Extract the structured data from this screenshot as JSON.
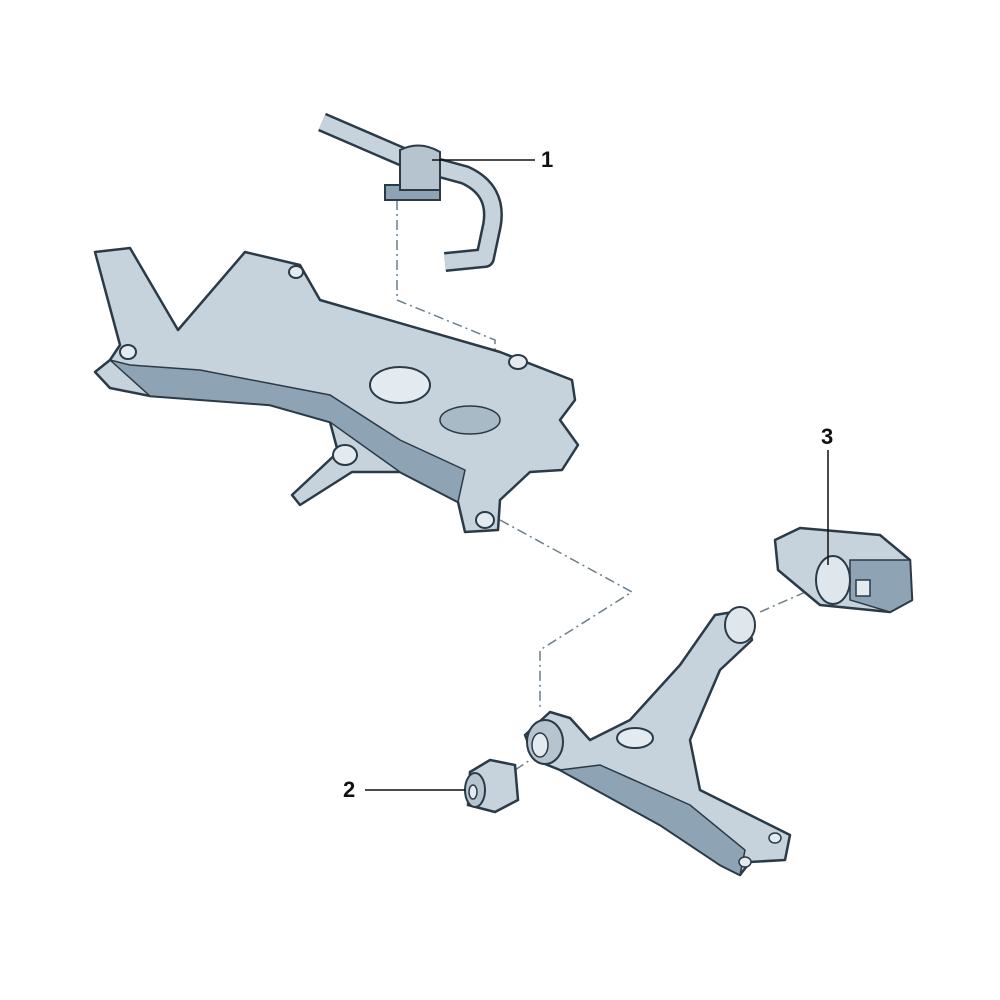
{
  "callouts": [
    {
      "number": "1",
      "part": "stabilizer-bar-bushing"
    },
    {
      "number": "2",
      "part": "front-control-arm-bushing"
    },
    {
      "number": "3",
      "part": "rear-control-arm-bushing"
    }
  ],
  "colors": {
    "fill": "#c6d3dc",
    "shade": "#8ea3b3",
    "outline": "#2b3a47",
    "leader": "#111111",
    "dash": "#6b7f8e"
  }
}
